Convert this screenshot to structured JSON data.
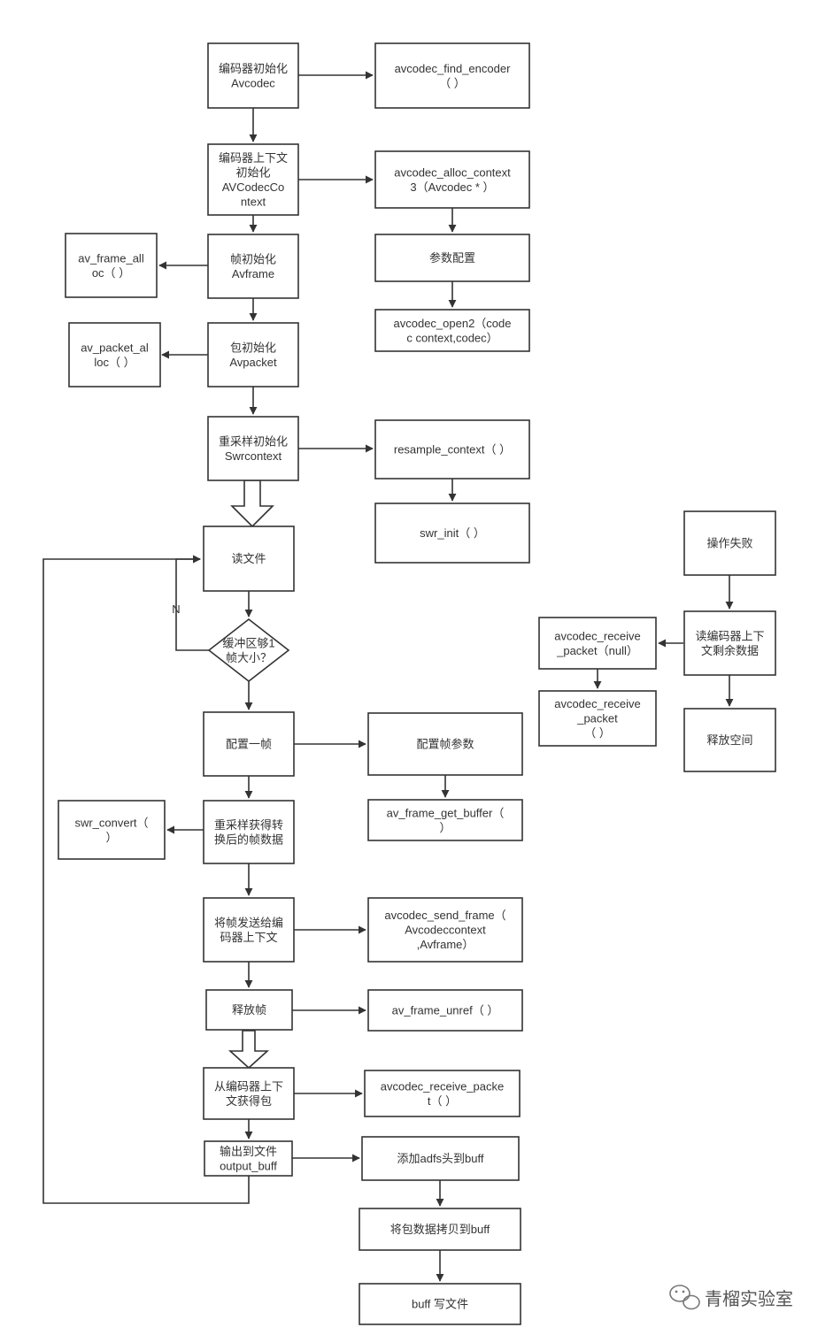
{
  "nodes": {
    "encoder_init": [
      "编码器初始化",
      "Avcodec"
    ],
    "find_encoder": [
      "avcodec_find_encoder",
      "（ ）"
    ],
    "ctx_init": [
      "编码器上下文",
      "初始化",
      "AVCodecCo",
      "ntext"
    ],
    "alloc_context": [
      "avcodec_alloc_context",
      "3（Avcodec * ）"
    ],
    "frame_init": [
      "帧初始化",
      "Avframe"
    ],
    "frame_alloc": [
      "av_frame_all",
      "oc（ ）"
    ],
    "param_config": [
      "参数配置"
    ],
    "packet_init": [
      "包初始化",
      "Avpacket"
    ],
    "packet_alloc": [
      "av_packet_al",
      "loc（ ）"
    ],
    "open2": [
      "avcodec_open2（code",
      "c context,codec）"
    ],
    "resample_init": [
      "重采样初始化",
      "Swrcontext"
    ],
    "resample_context": [
      "resample_context（ ）"
    ],
    "swr_init": [
      "swr_init（ ）"
    ],
    "read_file": [
      "读文件"
    ],
    "buffer_check": [
      "缓冲区够1",
      "帧大小？"
    ],
    "config_frame": [
      "配置一帧"
    ],
    "config_frame_params": [
      "配置帧参数"
    ],
    "frame_get_buffer": [
      "av_frame_get_buffer（",
      "）"
    ],
    "resample_frame": [
      "重采样获得转",
      "换后的帧数据"
    ],
    "swr_convert": [
      "swr_convert（",
      "）"
    ],
    "send_frame": [
      "将帧发送给编",
      "码器上下文"
    ],
    "send_frame_fn": [
      "avcodec_send_frame（",
      "Avcodeccontext",
      ",Avframe）"
    ],
    "release_frame": [
      "释放帧"
    ],
    "frame_unref": [
      "av_frame_unref（ ）"
    ],
    "get_packet": [
      "从编码器上下",
      "文获得包"
    ],
    "receive_packet": [
      "avcodec_receive_packe",
      "t（ ）"
    ],
    "output_file": [
      "输出到文件",
      "output_buff"
    ],
    "add_adfs": [
      "添加adfs头到buff"
    ],
    "copy_packet": [
      "将包数据拷贝到buff"
    ],
    "write_file": [
      "buff 写文件"
    ],
    "op_fail": [
      "操作失败"
    ],
    "read_remaining": [
      "读编码器上下",
      "文剩余数据"
    ],
    "receive_null": [
      "avcodec_receive",
      "_packet（null）"
    ],
    "receive_packet2": [
      "avcodec_receive",
      "_packet",
      "（ ）"
    ],
    "release_space": [
      "释放空间"
    ]
  },
  "edge_labels": {
    "no": "N"
  },
  "watermark": {
    "text": "青榴实验室",
    "icon": "wechat-icon"
  },
  "colors": {
    "stroke": "#333333",
    "fill": "#ffffff",
    "text": "#333333"
  }
}
